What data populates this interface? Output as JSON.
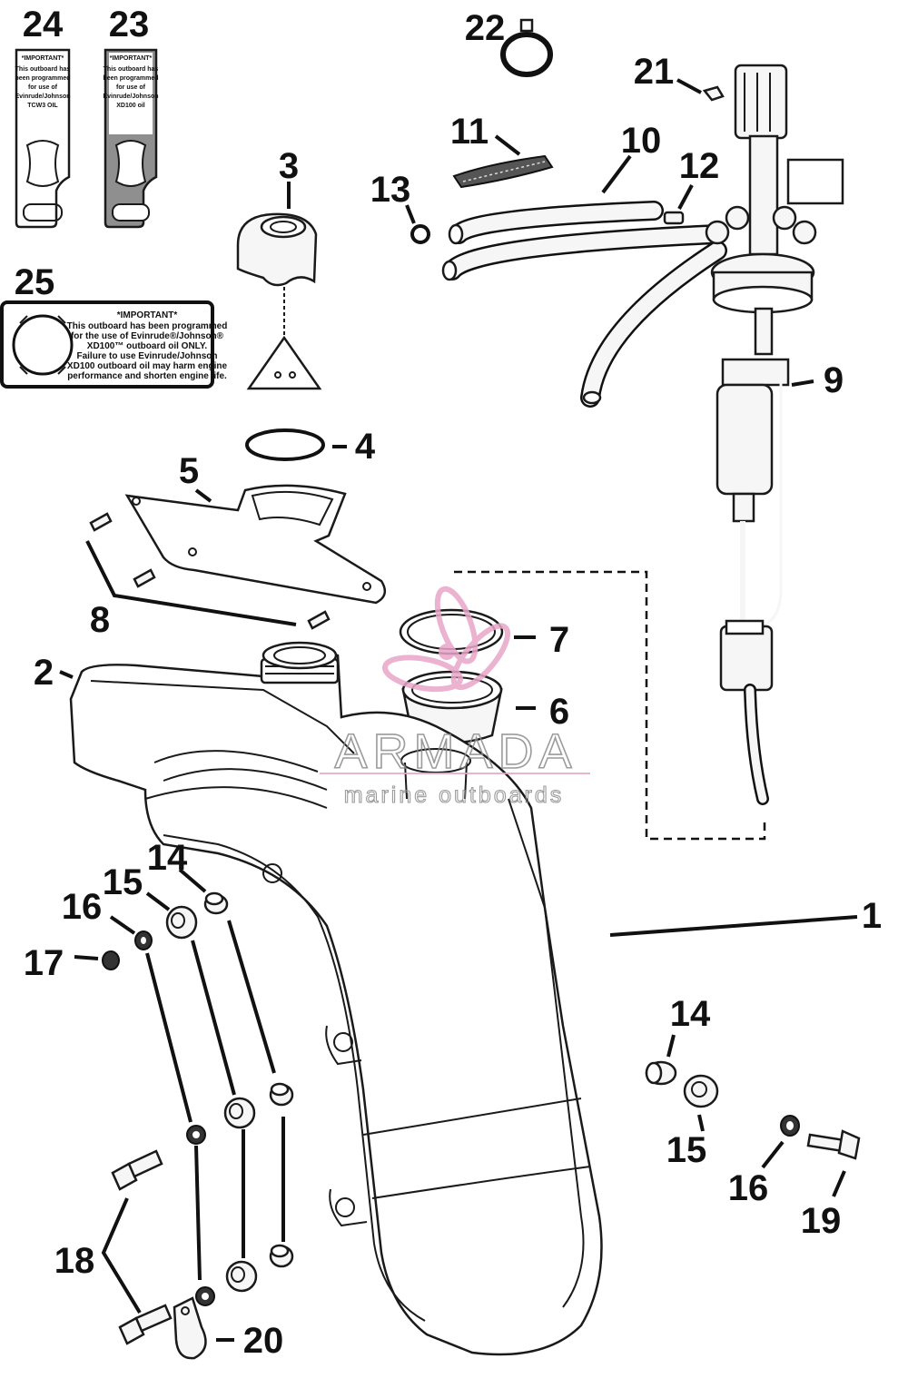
{
  "callouts": {
    "c1": "1",
    "c2": "2",
    "c3": "3",
    "c4": "4",
    "c5": "5",
    "c6": "6",
    "c7": "7",
    "c8": "8",
    "c9": "9",
    "c10": "10",
    "c11": "11",
    "c12": "12",
    "c13": "13",
    "c14a": "14",
    "c14b": "14",
    "c15a": "15",
    "c15b": "15",
    "c16a": "16",
    "c16b": "16",
    "c17": "17",
    "c18": "18",
    "c19": "19",
    "c20": "20",
    "c21": "21",
    "c22": "22",
    "c23": "23",
    "c24": "24",
    "c25": "25"
  },
  "label24": {
    "line1": "*IMPORTANT*",
    "line2": "This outboard has",
    "line3": "been programmed",
    "line4": "for use of",
    "line5": "Evinrude/Johnson",
    "line6": "TCW3 OIL"
  },
  "label23": {
    "line1": "*IMPORTANT*",
    "line2": "This outboard has",
    "line3": "been programmed",
    "line4": "for use of",
    "line5": "Evinrude/Johnson",
    "line6": "XD100 oil"
  },
  "decal25": {
    "line1": "*IMPORTANT*",
    "line2": "This outboard has been programmed",
    "line3": "for the use of Evinrude®/Johnson®",
    "line4": "XD100™ outboard oil ONLY.",
    "line5": "Failure to use Evinrude/Johnson",
    "line6": "XD100 outboard oil may harm engine",
    "line7": "performance and shorten engine life."
  },
  "watermark": {
    "title": "ARMADA",
    "subtitle": "marine outboards"
  },
  "colors": {
    "line": "#111111",
    "watermark_pink": "#e8a6c8",
    "watermark_text": "#8a8a8a",
    "decal_gray": "#8f8f8f"
  }
}
